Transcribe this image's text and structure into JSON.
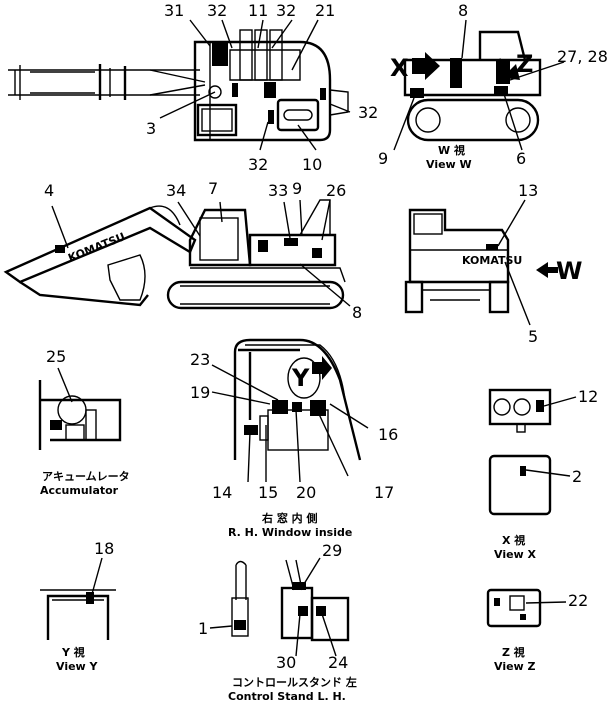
{
  "callouts": {
    "n1": "1",
    "n2": "2",
    "n3": "3",
    "n4": "4",
    "n5": "5",
    "n6": "6",
    "n7": "7",
    "n8": "8",
    "n9": "9",
    "n10": "10",
    "n11": "11",
    "n12": "12",
    "n13": "13",
    "n14": "14",
    "n15": "15",
    "n16": "16",
    "n17": "17",
    "n18": "18",
    "n19": "19",
    "n20": "20",
    "n21": "21",
    "n22": "22",
    "n23": "23",
    "n24": "24",
    "n25": "25",
    "n26": "26",
    "n27_28": "27, 28",
    "n29": "29",
    "n30": "30",
    "n31": "31",
    "n32": "32",
    "n33": "33",
    "n34": "34"
  },
  "view_letters": {
    "x": "X",
    "z": "Z",
    "w": "W",
    "y": "Y"
  },
  "captions": {
    "view_w_jp": "W  視",
    "view_w": "View  W",
    "accumulator_jp": "アキュームレータ",
    "accumulator": "Accumulator",
    "rh_window_jp": "右  窓  内  側",
    "rh_window": "R. H.  Window  inside",
    "view_x_jp": "X  視",
    "view_x": "View  X",
    "view_y_jp": "Y  視",
    "view_y": "View  Y",
    "control_stand_jp": "コントロールスタンド  左",
    "control_stand": "Control  Stand  L. H.",
    "view_z_jp": "Z  視",
    "view_z": "View  Z"
  },
  "brand_text": "KOMATSU"
}
